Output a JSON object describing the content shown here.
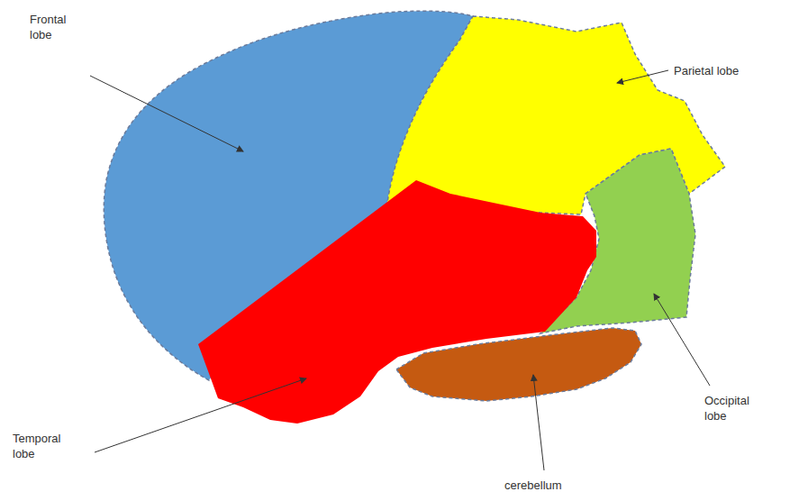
{
  "diagram": {
    "labels": [
      "Frontal lobe",
      "Parietal lobe",
      "Temporal lobe",
      "Occipital lobe",
      "cerebellum"
    ]
  }
}
